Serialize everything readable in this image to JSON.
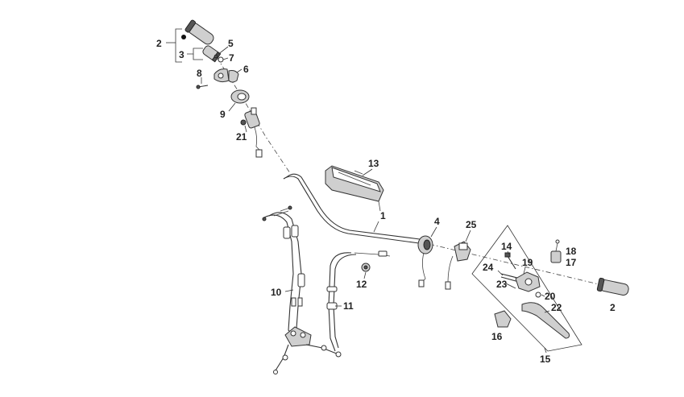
{
  "labels": {
    "l1": "1",
    "l2a": "2",
    "l2b": "2",
    "l3": "3",
    "l4": "4",
    "l5": "5",
    "l6": "6",
    "l7": "7",
    "l8": "8",
    "l9": "9",
    "l10": "10",
    "l11": "11",
    "l12": "12",
    "l13": "13",
    "l14": "14",
    "l15": "15",
    "l16": "16",
    "l17": "17",
    "l18": "18",
    "l19": "19",
    "l20": "20",
    "l21": "21",
    "l22": "22",
    "l23": "23",
    "l24": "24",
    "l25": "25"
  },
  "colors": {
    "line": "#333333",
    "text": "#222222",
    "background": "#ffffff"
  }
}
